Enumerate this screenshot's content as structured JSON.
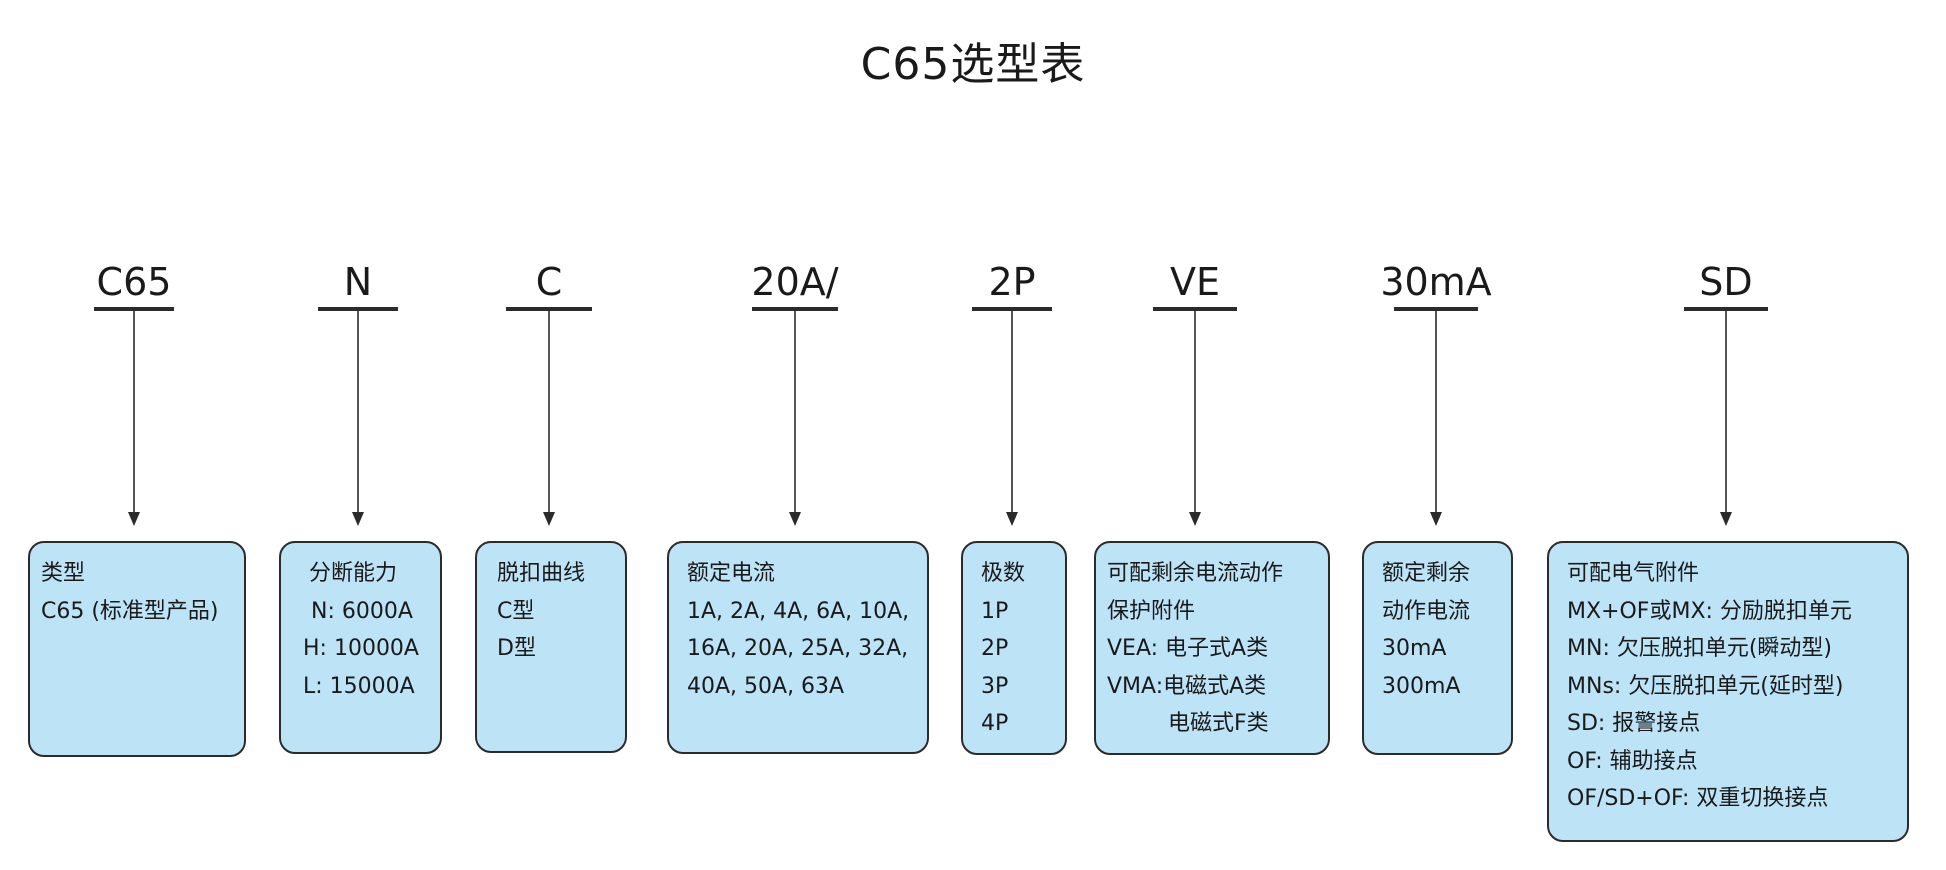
{
  "title": "C65选型表",
  "segments": [
    {
      "code": "C65",
      "lines": [
        "类型",
        "C65 (标准型产品)"
      ]
    },
    {
      "code": "N",
      "lines": [
        "分断能力",
        "N: 6000A",
        "H: 10000A",
        "L: 15000A"
      ]
    },
    {
      "code": "C",
      "lines": [
        "脱扣曲线",
        "C型",
        "D型"
      ]
    },
    {
      "code": "20A/",
      "lines": [
        "额定电流",
        "1A, 2A, 4A, 6A, 10A,",
        "16A, 20A, 25A, 32A,",
        "40A, 50A, 63A"
      ]
    },
    {
      "code": "2P",
      "lines": [
        "极数",
        "1P",
        "2P",
        "3P",
        "4P"
      ]
    },
    {
      "code": "VE",
      "lines": [
        "可配剩余电流动作",
        "保护附件",
        "VEA: 电子式A类",
        "VMA:电磁式A类",
        "电磁式F类"
      ]
    },
    {
      "code": "30mA",
      "lines": [
        "额定剩余",
        "动作电流",
        "30mA",
        "300mA"
      ]
    },
    {
      "code": "SD",
      "lines": [
        "可配电气附件",
        "MX+OF或MX: 分励脱扣单元",
        "MN: 欠压脱扣单元(瞬动型)",
        "MNs: 欠压脱扣单元(延时型)",
        "SD: 报警接点",
        "OF: 辅助接点",
        "OF/SD+OF: 双重切换接点"
      ]
    }
  ],
  "colors": {
    "box_fill": "#bde3f7",
    "stroke": "#2b2b2b",
    "text": "#1a1a1a"
  }
}
